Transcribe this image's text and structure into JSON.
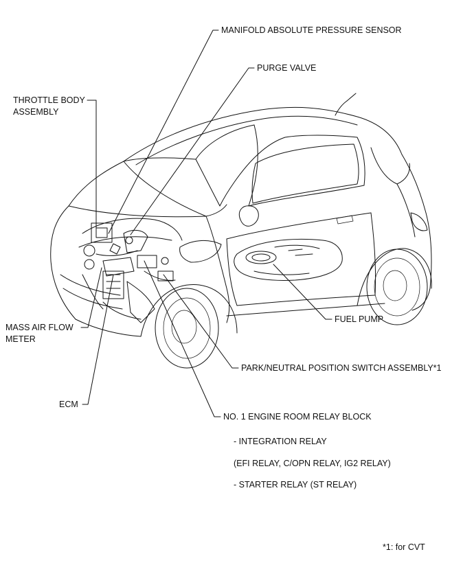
{
  "labels": {
    "map_sensor": "MANIFOLD ABSOLUTE PRESSURE SENSOR",
    "purge_valve": "PURGE VALVE",
    "throttle_line1": "THROTTLE BODY",
    "throttle_line2": "ASSEMBLY",
    "maf_line1": "MASS AIR FLOW",
    "maf_line2": "METER",
    "ecm": "ECM",
    "fuel_pump": "FUEL PUMP",
    "park_neutral": "PARK/NEUTRAL POSITION SWITCH ASSEMBLY*1",
    "relay_block": "NO. 1 ENGINE ROOM RELAY BLOCK",
    "integration_relay": "- INTEGRATION RELAY",
    "integration_detail": "(EFI RELAY, C/OPN RELAY, IG2 RELAY)",
    "starter_relay": "- STARTER RELAY (ST RELAY)",
    "footnote": "*1: for CVT"
  }
}
